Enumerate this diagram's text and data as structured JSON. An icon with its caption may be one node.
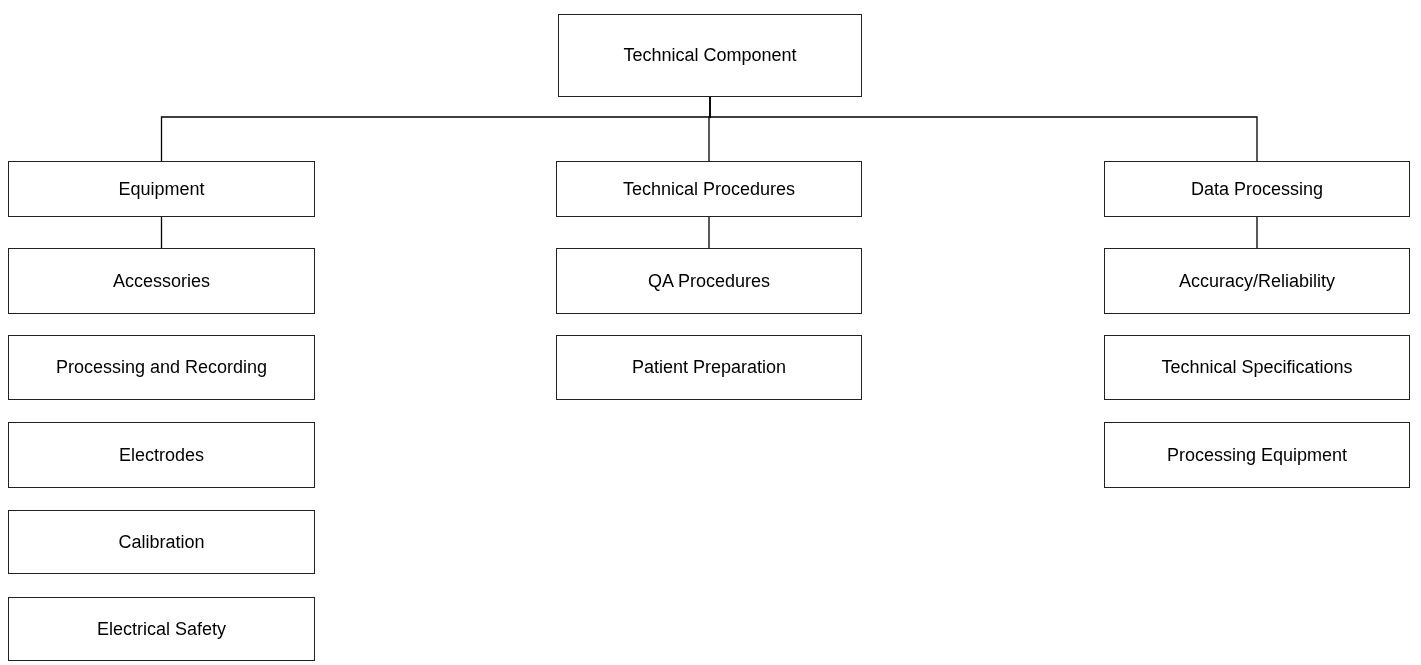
{
  "diagram": {
    "nodes": [
      {
        "text": [
          "Technical Component"
        ]
      },
      {
        "text": [
          "Equipment"
        ]
      },
      {
        "text": [
          "Technical Procedures"
        ]
      },
      {
        "text": [
          "Data Processing"
        ]
      },
      {
        "text": [
          "Accessories"
        ]
      },
      {
        "text": [
          "Processing and Recording"
        ]
      },
      {
        "text": [
          "Electrodes"
        ]
      },
      {
        "text": [
          "Calibration"
        ]
      },
      {
        "text": [
          "Electrical Safety"
        ]
      },
      {
        "text": [
          "QA Procedures"
        ]
      },
      {
        "text": [
          "Patient Preparation"
        ]
      },
      {
        "text": [
          "Accuracy/Reliability"
        ]
      },
      {
        "text": [
          "Technical Specifications"
        ]
      },
      {
        "text": [
          "Processing Equipment"
        ]
      }
    ],
    "edges": [
      {
        "from": 0,
        "to": 1,
        "arrow": "none"
      },
      {
        "from": 0,
        "to": 2,
        "arrow": "none"
      },
      {
        "from": 0,
        "to": 3,
        "arrow": "none"
      },
      {
        "from": 1,
        "to": 4,
        "arrow": "none"
      },
      {
        "from": 2,
        "to": 9,
        "arrow": "none"
      },
      {
        "from": 3,
        "to": 11,
        "arrow": "none"
      }
    ]
  }
}
